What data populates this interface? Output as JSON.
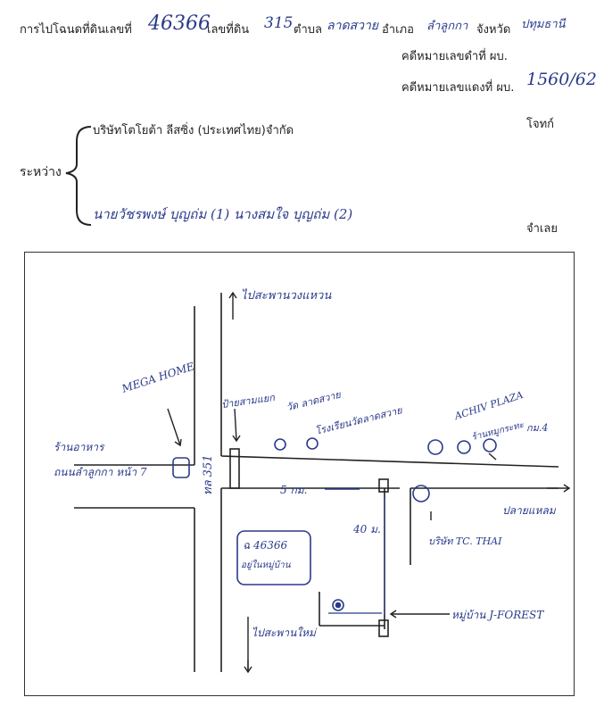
{
  "header": {
    "title_ident": "การไปโฉนดที่ดินเลขที่",
    "deed_no": "46366",
    "land_no_label": "เลขที่ดิน",
    "land_no": "315",
    "subdistrict_label": "ตำบล",
    "subdistrict": "ลาดสวาย",
    "district_label": "อำเภอ",
    "district": "ลำลูกกา",
    "province_label": "จังหวัด",
    "province": "ปทุมธานี",
    "black_case_label": "คดีหมายเลขดำที่ ผบ.",
    "red_case_label": "คดีหมายเลขแดงที่ ผบ.",
    "red_case_no": "1560/62"
  },
  "parties": {
    "between_label": "ระหว่าง",
    "plaintiff": "บริษัทโตโยต้า ลีสซิ่ง (ประเทศไทย)จำกัด",
    "plaintiff_role": "โจทก์",
    "defendants": "นายวัชรพงษ์ บุญถ่ม (1) นางสมใจ บุญถ่ม (2)",
    "defendant_role": "จำเลย"
  },
  "map": {
    "north_road": "ไปสะพานวงแหวน",
    "mega_home": "MEGA HOME",
    "left_shop": "ร้านอาหาร",
    "left_arrow_label": "ถนนลำลูกกา หน้า 7",
    "road_label": "ทล 351",
    "signpost": "ป้ายสามแยก",
    "temple": "วัด ลาดสวาย",
    "school": "โรงเรียนวัดลาดสวาย",
    "achiv_plaza": "ACHIV PLAZA",
    "shop_right": "ร้านหมูกระทะ",
    "km_marker": "กม.4",
    "right_road": "ปลายแหลม",
    "tc_thai": "บริษัท TC. THAI",
    "distance": "5 กม.",
    "soi_length": "40 ม.",
    "deed_box_line1": "ฉ 46366",
    "deed_box_line2": "อยู่ในหมู่บ้าน",
    "village": "หมู่บ้าน J-FOREST",
    "south_road": "ไปสะพานใหม่"
  },
  "colors": {
    "ink": "#2a3a8a",
    "print": "#222222"
  }
}
